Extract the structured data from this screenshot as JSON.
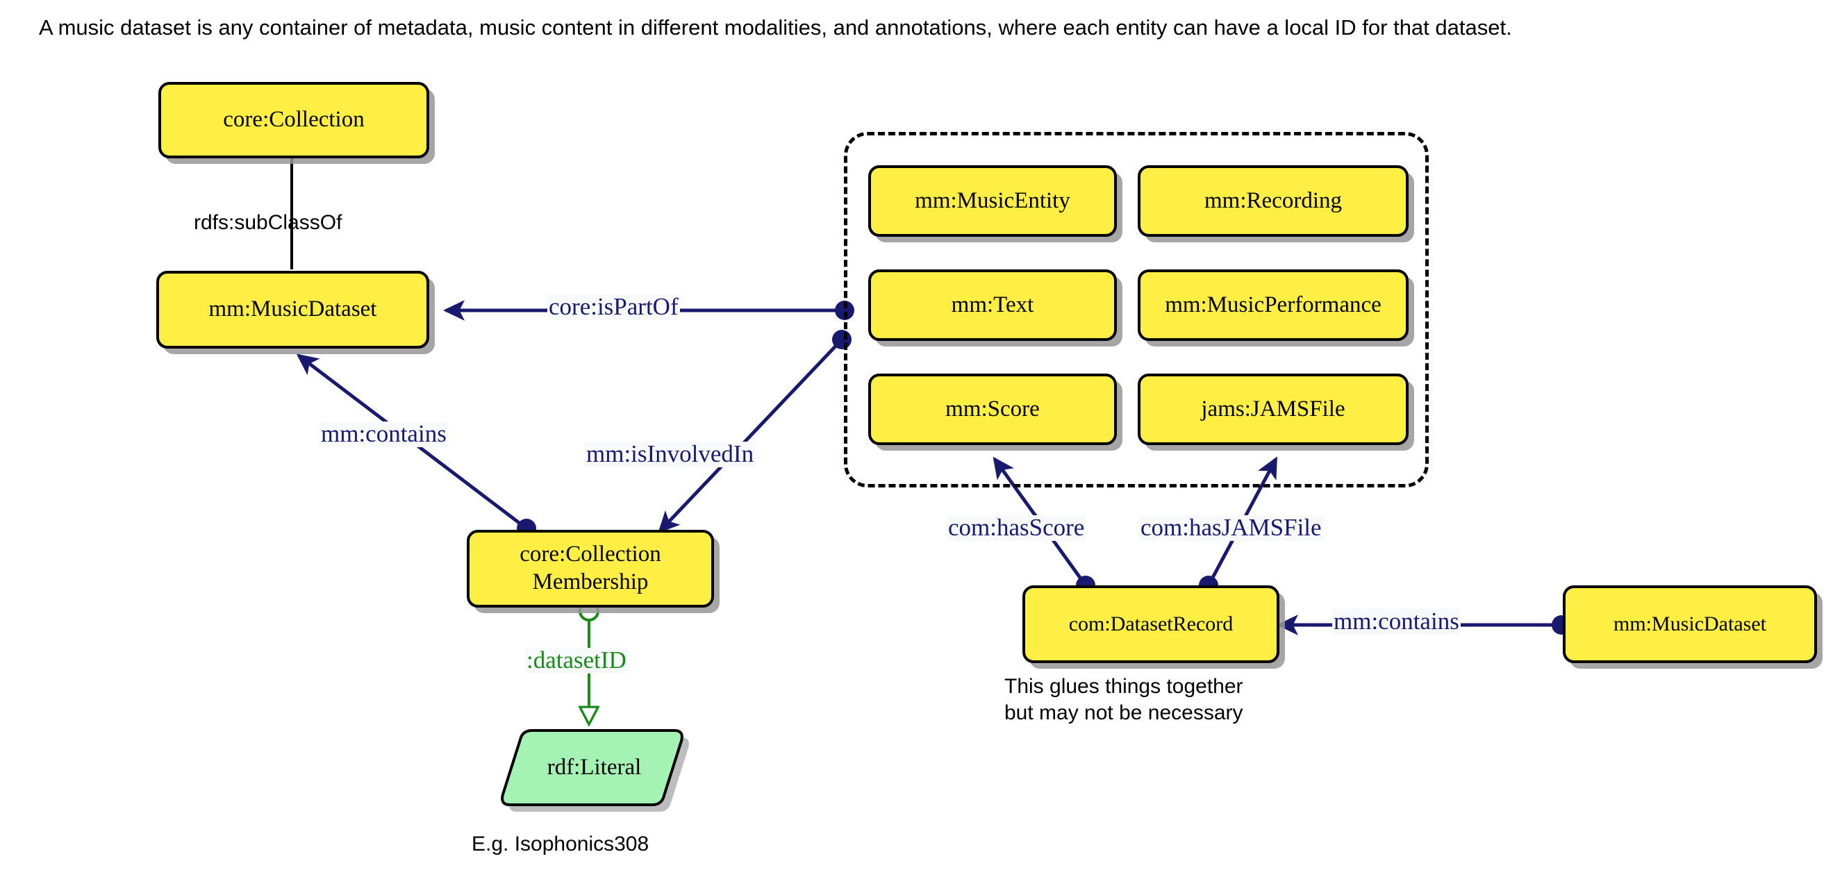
{
  "caption": "A music dataset is any container of metadata, music content in different modalities, and annotations, where each entity can have a local ID for that dataset.",
  "colors": {
    "class_fill": "#FFEE44",
    "literal_fill": "#A5F2B5",
    "edge_stroke": "#191970",
    "subclass_stroke": "#000000",
    "datatype_stroke": "#1a8a1a",
    "node_border": "#000000",
    "background": "#ffffff"
  },
  "nodes": {
    "core_collection": {
      "label": "core:Collection",
      "shape": "rounded-rect"
    },
    "mm_musicdataset_left": {
      "label": "mm:MusicDataset",
      "shape": "rounded-rect"
    },
    "core_collection_membership": {
      "line1": "core:Collection",
      "line2": "Membership",
      "shape": "rounded-rect"
    },
    "rdf_literal": {
      "label": "rdf:Literal",
      "shape": "parallelogram"
    },
    "mm_musicentity": {
      "label": "mm:MusicEntity",
      "shape": "rounded-rect"
    },
    "mm_recording": {
      "label": "mm:Recording",
      "shape": "rounded-rect"
    },
    "mm_text": {
      "label": "mm:Text",
      "shape": "rounded-rect"
    },
    "mm_musicperformance": {
      "label": "mm:MusicPerformance",
      "shape": "rounded-rect"
    },
    "mm_score": {
      "label": "mm:Score",
      "shape": "rounded-rect"
    },
    "jams_jamsfile": {
      "label": "jams:JAMSFile",
      "shape": "rounded-rect"
    },
    "com_datasetrecord": {
      "label": "com:DatasetRecord",
      "shape": "rounded-rect"
    },
    "mm_musicdataset_right": {
      "label": "mm:MusicDataset",
      "shape": "rounded-rect"
    }
  },
  "edges": {
    "subclassof": {
      "label": "rdfs:subClassOf",
      "style": "sans-black"
    },
    "ispartof": {
      "label": "core:isPartOf",
      "style": "serif-navy"
    },
    "contains_left": {
      "label": "mm:contains",
      "style": "serif-navy"
    },
    "isinvolvedin": {
      "label": "mm:isInvolvedIn",
      "style": "serif-navy"
    },
    "hasscore": {
      "label": "com:hasScore",
      "style": "serif-navy"
    },
    "hasjamsfile": {
      "label": "com:hasJAMSFile",
      "style": "serif-navy"
    },
    "contains_right": {
      "label": "mm:contains",
      "style": "serif-navy"
    },
    "datasetid": {
      "label": ":datasetID",
      "style": "serif-green"
    }
  },
  "annotations": {
    "glue_note_line1": "This glues things together",
    "glue_note_line2": "but may not be necessary",
    "literal_example": "E.g. Isophonics308"
  }
}
